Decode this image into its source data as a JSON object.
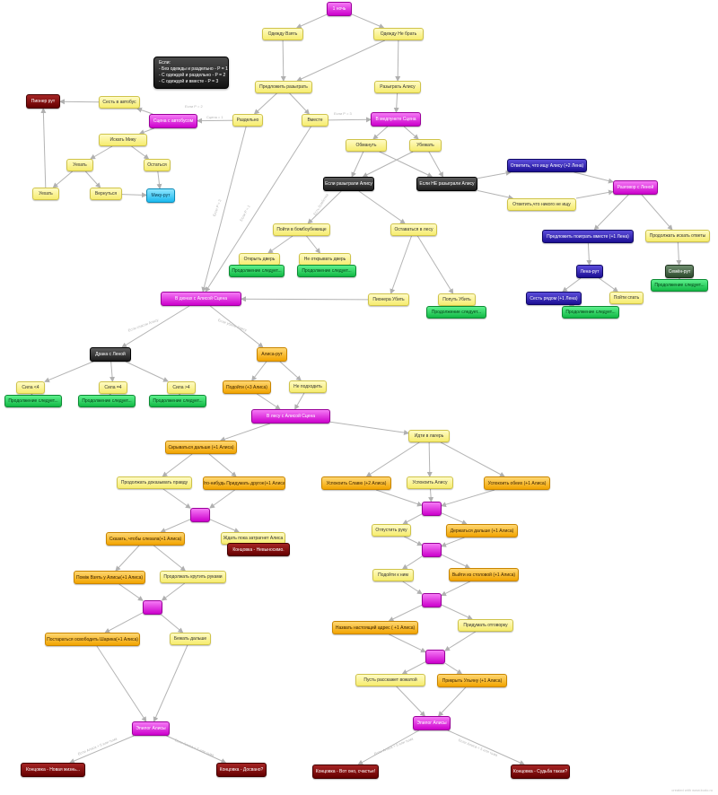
{
  "note_lines": [
    "Если:",
    "- Без одежды и раздельно - P = 1",
    "- С одеждой и раздельно - P = 2",
    "- С одеждой и вместе - P = 3"
  ],
  "edge_labels": [
    "Сцена = 1",
    "Если P = 3",
    "Если P = 1",
    "Если P = 2",
    "Если Р = 3",
    "Есть бомбочка",
    "Если спасли Алису",
    "Если убили Алису",
    "Если Алиса > 5 или тьма",
    "Если Алиса < 5 или тьма",
    "Если Алиса > 5 или тьма",
    "Если Алиса < 5 или тьма"
  ],
  "footer": "created with www.kudo.ru",
  "nodes": [
    {
      "id": "n1",
      "label": "1 ночь",
      "style": "magenta"
    },
    {
      "id": "n2",
      "label": "Одежду Взять",
      "style": "yellow"
    },
    {
      "id": "n3",
      "label": "Одежду Не брать",
      "style": "yellow"
    },
    {
      "id": "n4",
      "label": "Предложить разыграть",
      "style": "yellow"
    },
    {
      "id": "n5",
      "label": "Разыграть Алису",
      "style": "yellow"
    },
    {
      "id": "n6",
      "label": "Раздельно",
      "style": "yellow"
    },
    {
      "id": "n7",
      "label": "Вместе",
      "style": "yellow"
    },
    {
      "id": "n8",
      "label": "В медпункте Сцена",
      "style": "magenta"
    },
    {
      "id": "n9",
      "label": "Пионер рут",
      "style": "dkred"
    },
    {
      "id": "n10",
      "label": "Сесть в автобус",
      "style": "yellow"
    },
    {
      "id": "n11",
      "label": "Сцена с автобусом",
      "style": "magenta"
    },
    {
      "id": "n12",
      "label": "Искать Мику",
      "style": "yellow"
    },
    {
      "id": "n13",
      "label": "Уехать",
      "style": "yellow"
    },
    {
      "id": "n14",
      "label": "Остаться",
      "style": "yellow"
    },
    {
      "id": "n15",
      "label": "Уехать",
      "style": "yellow"
    },
    {
      "id": "n16",
      "label": "Вернуться",
      "style": "yellow"
    },
    {
      "id": "n17",
      "label": "Мику-рут",
      "style": "cyan"
    },
    {
      "id": "n18",
      "label": "Обмануть",
      "style": "yellow"
    },
    {
      "id": "n19",
      "label": "Убежать",
      "style": "yellow"
    },
    {
      "id": "n20",
      "label": "Если разыграли Алису",
      "style": "black"
    },
    {
      "id": "n21",
      "label": "Если НЕ разыграли Алису",
      "style": "black"
    },
    {
      "id": "n22",
      "label": "Ответить, что ищу Алису (+2 Лена)",
      "style": "blue"
    },
    {
      "id": "n23",
      "label": "Ответить,что никого не ищу",
      "style": "yellow"
    },
    {
      "id": "n24",
      "label": "Разговор с Леной",
      "style": "magenta"
    },
    {
      "id": "n25",
      "label": "Пойти в бомбоубежище",
      "style": "yellow"
    },
    {
      "id": "n26",
      "label": "Оставаться в лесу",
      "style": "yellow"
    },
    {
      "id": "n27",
      "label": "Открыть дверь",
      "style": "yellow"
    },
    {
      "id": "n28",
      "label": "Не открывать дверь",
      "style": "yellow"
    },
    {
      "id": "n29",
      "label": "Продолжение следует...",
      "style": "green"
    },
    {
      "id": "n30",
      "label": "Продолжение следует...",
      "style": "green"
    },
    {
      "id": "n31",
      "label": "Предложить поиграть вместе (+1 Лена)",
      "style": "blue"
    },
    {
      "id": "n32",
      "label": "Продолжать искать ответы",
      "style": "yellow"
    },
    {
      "id": "n33",
      "label": "Лена-рут",
      "style": "blue"
    },
    {
      "id": "n34",
      "label": "Сесть рядом (+1 Лена)",
      "style": "blue"
    },
    {
      "id": "n35",
      "label": "Пойти спать",
      "style": "yellow"
    },
    {
      "id": "n36",
      "label": "Продолжение следует...",
      "style": "green"
    },
    {
      "id": "n37",
      "label": "Семён-рут",
      "style": "dkgreen"
    },
    {
      "id": "n38",
      "label": "Продолжение следует...",
      "style": "green"
    },
    {
      "id": "n39",
      "label": "В дюнах с Алисой Сцена",
      "style": "magenta"
    },
    {
      "id": "n40",
      "label": "Пионера Убить",
      "style": "yellow"
    },
    {
      "id": "n41",
      "label": "Попуть Убить",
      "style": "yellow"
    },
    {
      "id": "n42",
      "label": "Продолжение следует...",
      "style": "green"
    },
    {
      "id": "n43",
      "label": "Драка с Леной",
      "style": "black"
    },
    {
      "id": "n44",
      "label": "Алиса-рут",
      "style": "orange"
    },
    {
      "id": "n45",
      "label": "Сила <4",
      "style": "yellow"
    },
    {
      "id": "n46",
      "label": "Сила =4",
      "style": "yellow"
    },
    {
      "id": "n47",
      "label": "Сила >4",
      "style": "yellow"
    },
    {
      "id": "n48",
      "label": "Продолжение следует...",
      "style": "green"
    },
    {
      "id": "n49",
      "label": "Продолжение следует...",
      "style": "green"
    },
    {
      "id": "n50",
      "label": "Продолжение следует...",
      "style": "green"
    },
    {
      "id": "n51",
      "label": "Подойти (+3 Алиса)",
      "style": "orange"
    },
    {
      "id": "n52",
      "label": "Не подходить",
      "style": "yellow"
    },
    {
      "id": "n53",
      "label": "В лесу с Алисой Сцена",
      "style": "magenta"
    },
    {
      "id": "n54",
      "label": "Скрываться дальше (+1 Алиса)",
      "style": "orange"
    },
    {
      "id": "n55",
      "label": "Идти в лагерь",
      "style": "yellow"
    },
    {
      "id": "n56",
      "label": "Продолжать доказывать правду",
      "style": "yellow"
    },
    {
      "id": "n57",
      "label": "Что-нибудь Придумать другое(+1 Алиса)",
      "style": "orange"
    },
    {
      "id": "n58",
      "label": "Успокоить Славю (+2 Алиса)",
      "style": "orange"
    },
    {
      "id": "n59",
      "label": "Успокоить Алису",
      "style": "yellow"
    },
    {
      "id": "n60",
      "label": "Успокоить обеих (+1 Алиса)",
      "style": "orange"
    },
    {
      "id": "n61",
      "label": "",
      "style": "magenta"
    },
    {
      "id": "n62",
      "label": "",
      "style": "magenta"
    },
    {
      "id": "n63",
      "label": "Сказать, чтобы слезала(+1 Алиса)",
      "style": "orange"
    },
    {
      "id": "n64",
      "label": "Ждать пока затрагнет Алиса",
      "style": "yellow"
    },
    {
      "id": "n65",
      "label": "Концовка - Невыносимо.",
      "style": "dkred"
    },
    {
      "id": "n66",
      "label": "Отпустить руку",
      "style": "yellow"
    },
    {
      "id": "n67",
      "label": "Держаться дальше (+1 Алиса)",
      "style": "orange"
    },
    {
      "id": "n68",
      "label": "",
      "style": "magenta"
    },
    {
      "id": "n69",
      "label": "Поміж Взять у Алисы(+1 Алиса)",
      "style": "orange"
    },
    {
      "id": "n70",
      "label": "Продолжать крутить руками",
      "style": "yellow"
    },
    {
      "id": "n71",
      "label": "Подойти к ним",
      "style": "yellow"
    },
    {
      "id": "n72",
      "label": "Выйти из столовой (+1 Алиса)",
      "style": "orange"
    },
    {
      "id": "n73",
      "label": "",
      "style": "magenta"
    },
    {
      "id": "n74",
      "label": "",
      "style": "magenta"
    },
    {
      "id": "n75",
      "label": "Постараться освободить Шарика(+1 Алиса)",
      "style": "orange"
    },
    {
      "id": "n76",
      "label": "Бежать дальше",
      "style": "yellow"
    },
    {
      "id": "n77",
      "label": "Назвать настоящий адрес ( +1 Алиса)",
      "style": "orange"
    },
    {
      "id": "n78",
      "label": "Придумать отговорку",
      "style": "yellow"
    },
    {
      "id": "n79",
      "label": "",
      "style": "magenta"
    },
    {
      "id": "n80",
      "label": "Пусть расскажет вожатой",
      "style": "yellow"
    },
    {
      "id": "n81",
      "label": "Прикрыть Ульяну (+1 Алиса)",
      "style": "orange"
    },
    {
      "id": "n82",
      "label": "Эпилог Алисы",
      "style": "magenta"
    },
    {
      "id": "n83",
      "label": "Эпилог Алисы",
      "style": "magenta"
    },
    {
      "id": "n84",
      "label": "Концовка - Новая жизнь...",
      "style": "dkred"
    },
    {
      "id": "n85",
      "label": "Концовка - Досвано?",
      "style": "dkred"
    },
    {
      "id": "n86",
      "label": "Концовка - Вот оно, счастье!",
      "style": "dkred"
    },
    {
      "id": "n87",
      "label": "Концовка - Судьба такая?",
      "style": "dkred"
    }
  ],
  "edges": [
    [
      "n1",
      "n2"
    ],
    [
      "n1",
      "n3"
    ],
    [
      "n2",
      "n4"
    ],
    [
      "n3",
      "n4"
    ],
    [
      "n3",
      "n5"
    ],
    [
      "n4",
      "n6"
    ],
    [
      "n4",
      "n7"
    ],
    [
      "n5",
      "n8"
    ],
    [
      "n7",
      "n8"
    ],
    [
      "n6",
      "n11"
    ],
    [
      "n11",
      "n10"
    ],
    [
      "n10",
      "n9"
    ],
    [
      "n11",
      "n12"
    ],
    [
      "n12",
      "n13"
    ],
    [
      "n12",
      "n14"
    ],
    [
      "n13",
      "n15"
    ],
    [
      "n13",
      "n16"
    ],
    [
      "n15",
      "n9"
    ],
    [
      "n16",
      "n17"
    ],
    [
      "n14",
      "n17"
    ],
    [
      "n8",
      "n18"
    ],
    [
      "n8",
      "n19"
    ],
    [
      "n18",
      "n20"
    ],
    [
      "n18",
      "n21"
    ],
    [
      "n19",
      "n20"
    ],
    [
      "n19",
      "n21"
    ],
    [
      "n21",
      "n22"
    ],
    [
      "n21",
      "n23"
    ],
    [
      "n22",
      "n24"
    ],
    [
      "n23",
      "n24"
    ],
    [
      "n20",
      "n25"
    ],
    [
      "n20",
      "n26"
    ],
    [
      "n25",
      "n27"
    ],
    [
      "n25",
      "n28"
    ],
    [
      "n27",
      "n29"
    ],
    [
      "n28",
      "n30"
    ],
    [
      "n24",
      "n31"
    ],
    [
      "n24",
      "n32"
    ],
    [
      "n31",
      "n33"
    ],
    [
      "n33",
      "n34"
    ],
    [
      "n33",
      "n35"
    ],
    [
      "n34",
      "n36"
    ],
    [
      "n32",
      "n37"
    ],
    [
      "n37",
      "n38"
    ],
    [
      "n26",
      "n40"
    ],
    [
      "n26",
      "n41"
    ],
    [
      "n41",
      "n42"
    ],
    [
      "n40",
      "n39"
    ],
    [
      "n6",
      "n39"
    ],
    [
      "n7",
      "n39"
    ],
    [
      "n39",
      "n43"
    ],
    [
      "n39",
      "n44"
    ],
    [
      "n43",
      "n45"
    ],
    [
      "n43",
      "n46"
    ],
    [
      "n43",
      "n47"
    ],
    [
      "n45",
      "n48"
    ],
    [
      "n46",
      "n49"
    ],
    [
      "n47",
      "n50"
    ],
    [
      "n44",
      "n51"
    ],
    [
      "n44",
      "n52"
    ],
    [
      "n51",
      "n53"
    ],
    [
      "n52",
      "n53"
    ],
    [
      "n53",
      "n54"
    ],
    [
      "n53",
      "n55"
    ],
    [
      "n54",
      "n56"
    ],
    [
      "n54",
      "n57"
    ],
    [
      "n56",
      "n61"
    ],
    [
      "n57",
      "n61"
    ],
    [
      "n61",
      "n63"
    ],
    [
      "n61",
      "n64"
    ],
    [
      "n64",
      "n65"
    ],
    [
      "n55",
      "n58"
    ],
    [
      "n55",
      "n59"
    ],
    [
      "n55",
      "n60"
    ],
    [
      "n58",
      "n62"
    ],
    [
      "n59",
      "n62"
    ],
    [
      "n60",
      "n62"
    ],
    [
      "n62",
      "n66"
    ],
    [
      "n62",
      "n67"
    ],
    [
      "n66",
      "n68"
    ],
    [
      "n67",
      "n68"
    ],
    [
      "n63",
      "n69"
    ],
    [
      "n63",
      "n70"
    ],
    [
      "n69",
      "n73"
    ],
    [
      "n70",
      "n73"
    ],
    [
      "n73",
      "n75"
    ],
    [
      "n73",
      "n76"
    ],
    [
      "n75",
      "n82"
    ],
    [
      "n76",
      "n82"
    ],
    [
      "n68",
      "n71"
    ],
    [
      "n68",
      "n72"
    ],
    [
      "n71",
      "n74"
    ],
    [
      "n72",
      "n74"
    ],
    [
      "n74",
      "n77"
    ],
    [
      "n74",
      "n78"
    ],
    [
      "n77",
      "n79"
    ],
    [
      "n78",
      "n79"
    ],
    [
      "n79",
      "n80"
    ],
    [
      "n79",
      "n81"
    ],
    [
      "n80",
      "n83"
    ],
    [
      "n81",
      "n83"
    ],
    [
      "n82",
      "n84"
    ],
    [
      "n82",
      "n85"
    ],
    [
      "n83",
      "n86"
    ],
    [
      "n83",
      "n87"
    ]
  ]
}
